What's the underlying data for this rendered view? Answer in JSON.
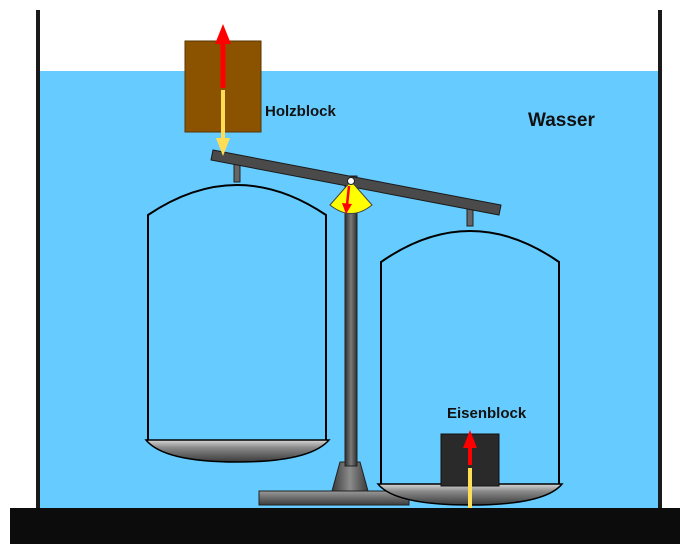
{
  "labels": {
    "wood_block": "Holzblock",
    "water": "Wasser",
    "iron_block": "Eisenblock"
  },
  "colors": {
    "water": "#66ccff",
    "wood": "#8b5200",
    "iron": "#2a2a2a",
    "buoyancy_arrow": "#ff0000",
    "weight_arrow": "#ffdd55",
    "pivot_sector": "#ffff00",
    "beam": "#4a4a4a",
    "base": "#0c0c0c"
  },
  "icons": {
    "buoyancy": "red-arrow-up-icon",
    "weight": "yellow-arrow-down-icon"
  }
}
